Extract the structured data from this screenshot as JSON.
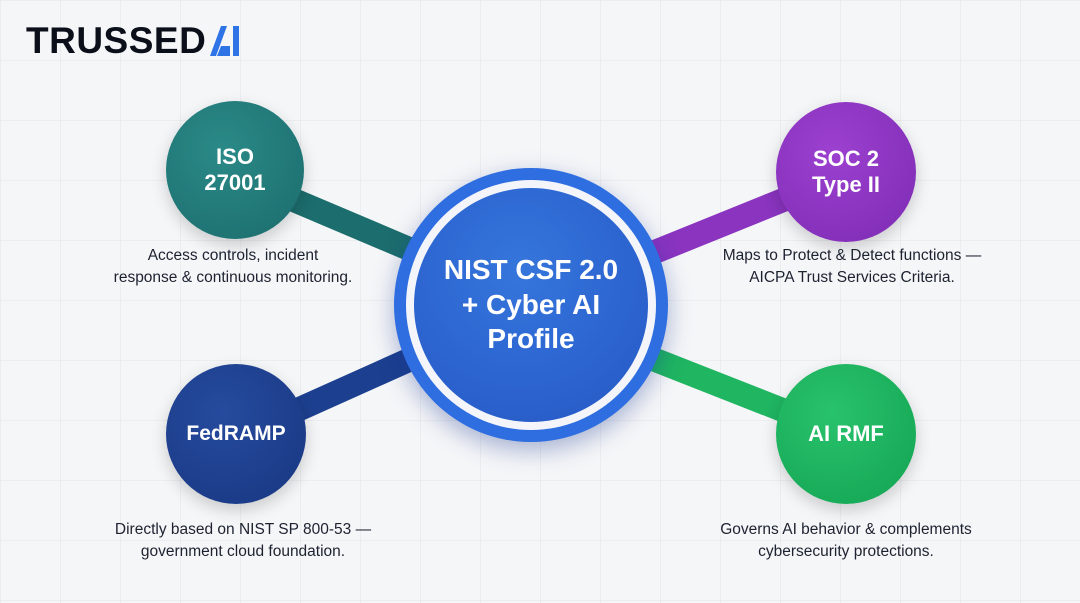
{
  "brand": {
    "name": "TRUSSED",
    "mark": "AI",
    "mark_icon": "trussed-ai-mark-icon",
    "text_color": "#0b0f19",
    "mark_color": "#2f74e6"
  },
  "center": {
    "label": "NIST CSF 2.0\n+ Cyber AI\nProfile",
    "color": "#2c63cf"
  },
  "nodes": [
    {
      "id": "iso",
      "label": "ISO\n27001",
      "color": "#1b6b6c",
      "description": [
        "Access controls, incident",
        "response & continuous monitoring."
      ]
    },
    {
      "id": "soc",
      "label": "SOC 2\nType II",
      "color": "#8a34c0",
      "description": [
        "Maps to Protect & Detect functions —",
        "AICPA Trust Services Criteria."
      ]
    },
    {
      "id": "fed",
      "label": "FedRAMP",
      "color": "#1c3f8f",
      "description": [
        "Directly based on NIST SP 800-53 —",
        "government cloud foundation."
      ]
    },
    {
      "id": "airmf",
      "label": "AI RMF",
      "color": "#19b35e",
      "description": [
        "Governs AI behavior & complements",
        "cybersecurity protections."
      ]
    }
  ]
}
